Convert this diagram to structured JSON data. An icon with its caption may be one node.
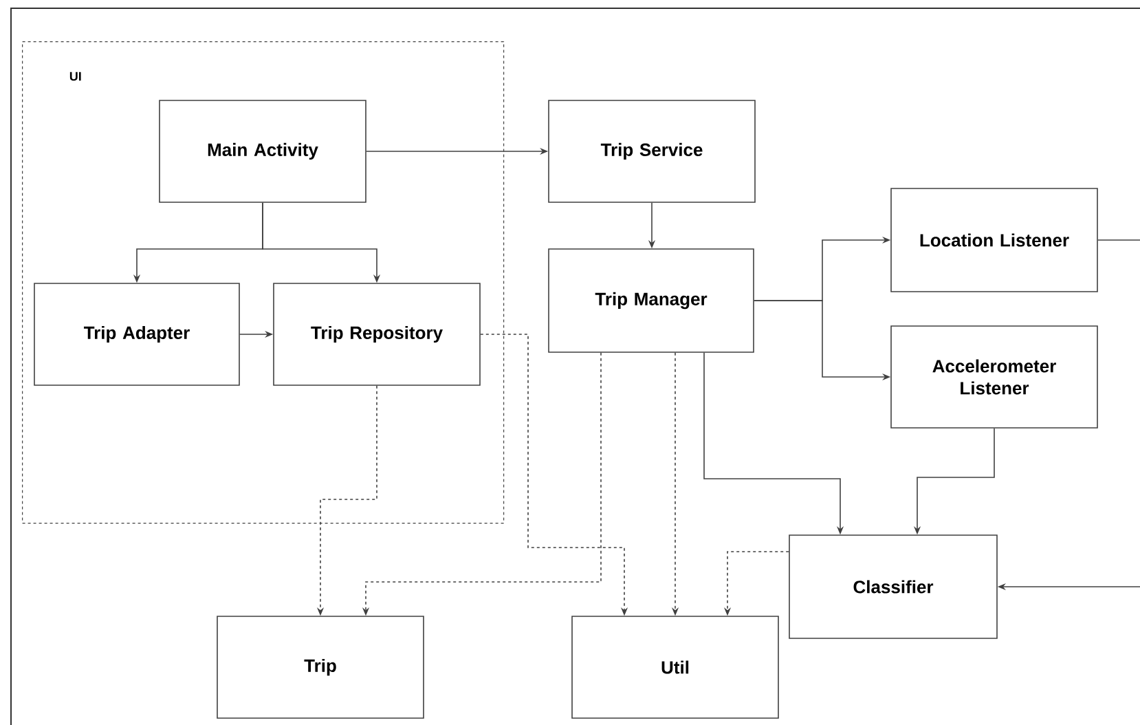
{
  "diagram": {
    "nodes": [
      {
        "text": [
          "UI"
        ]
      },
      {
        "text": [
          "Main Activity"
        ],
        "in": 0
      },
      {
        "text": [
          "Trip Adapter"
        ],
        "in": 0
      },
      {
        "text": [
          "Trip Repository"
        ],
        "in": 0
      },
      {
        "text": [
          "Trip Service"
        ]
      },
      {
        "text": [
          "Trip Manager"
        ]
      },
      {
        "text": [
          "Location Listener"
        ]
      },
      {
        "text": [
          "Accelerometer Listener"
        ]
      },
      {
        "text": [
          "Classifier"
        ]
      },
      {
        "text": [
          "Trip"
        ]
      },
      {
        "text": [
          "Util"
        ]
      }
    ],
    "edges": [
      {
        "from": 1,
        "to": 4,
        "arrow": "to"
      },
      {
        "from": 1,
        "to": 2,
        "arrow": "to"
      },
      {
        "from": 1,
        "to": 3,
        "arrow": "to"
      },
      {
        "from": 2,
        "to": 3,
        "arrow": "to"
      },
      {
        "from": 4,
        "to": 5,
        "arrow": "to"
      },
      {
        "from": 5,
        "to": 6,
        "arrow": "to"
      },
      {
        "from": 5,
        "to": 7,
        "arrow": "to"
      },
      {
        "from": 6,
        "to": null,
        "arrow": "none"
      },
      {
        "from": 3,
        "to": 9,
        "arrow": "to",
        "style": "dashed"
      },
      {
        "from": 3,
        "to": 10,
        "arrow": "to",
        "style": "dashed"
      },
      {
        "from": 5,
        "to": 9,
        "arrow": "to",
        "style": "dashed"
      },
      {
        "from": 5,
        "to": 10,
        "arrow": "to",
        "style": "dashed"
      },
      {
        "from": 5,
        "to": 8,
        "arrow": "to"
      },
      {
        "from": 7,
        "to": 8,
        "arrow": "to"
      },
      {
        "from": 8,
        "to": 10,
        "arrow": "to",
        "style": "dashed"
      },
      {
        "from": null,
        "to": 8,
        "arrow": "to"
      }
    ]
  }
}
